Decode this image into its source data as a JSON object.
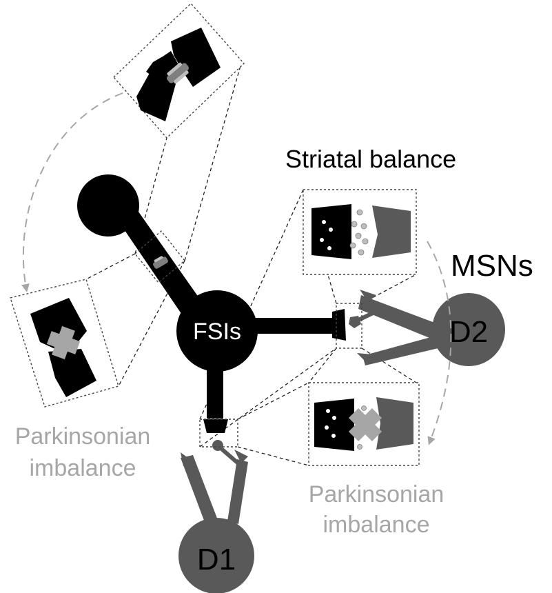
{
  "labels": {
    "striatal_balance": "Striatal balance",
    "msns": "MSNs",
    "fsis": "FSIs",
    "d1": "D1",
    "d2": "D2",
    "parkinsonian_left": [
      "Parkinsonian",
      "imbalance"
    ],
    "parkinsonian_bottom": [
      "Parkinsonian",
      "imbalance"
    ]
  },
  "colors": {
    "fsi": "#000000",
    "msn": "#595959",
    "parkinsonian_text": "#a6a6a6",
    "arrow": "#a6a6a6",
    "cross": "#a6a6a6",
    "frame": "#444444"
  },
  "icons": {
    "cross": "x-mark-icon",
    "arrow": "dashed-curved-arrow-icon"
  }
}
